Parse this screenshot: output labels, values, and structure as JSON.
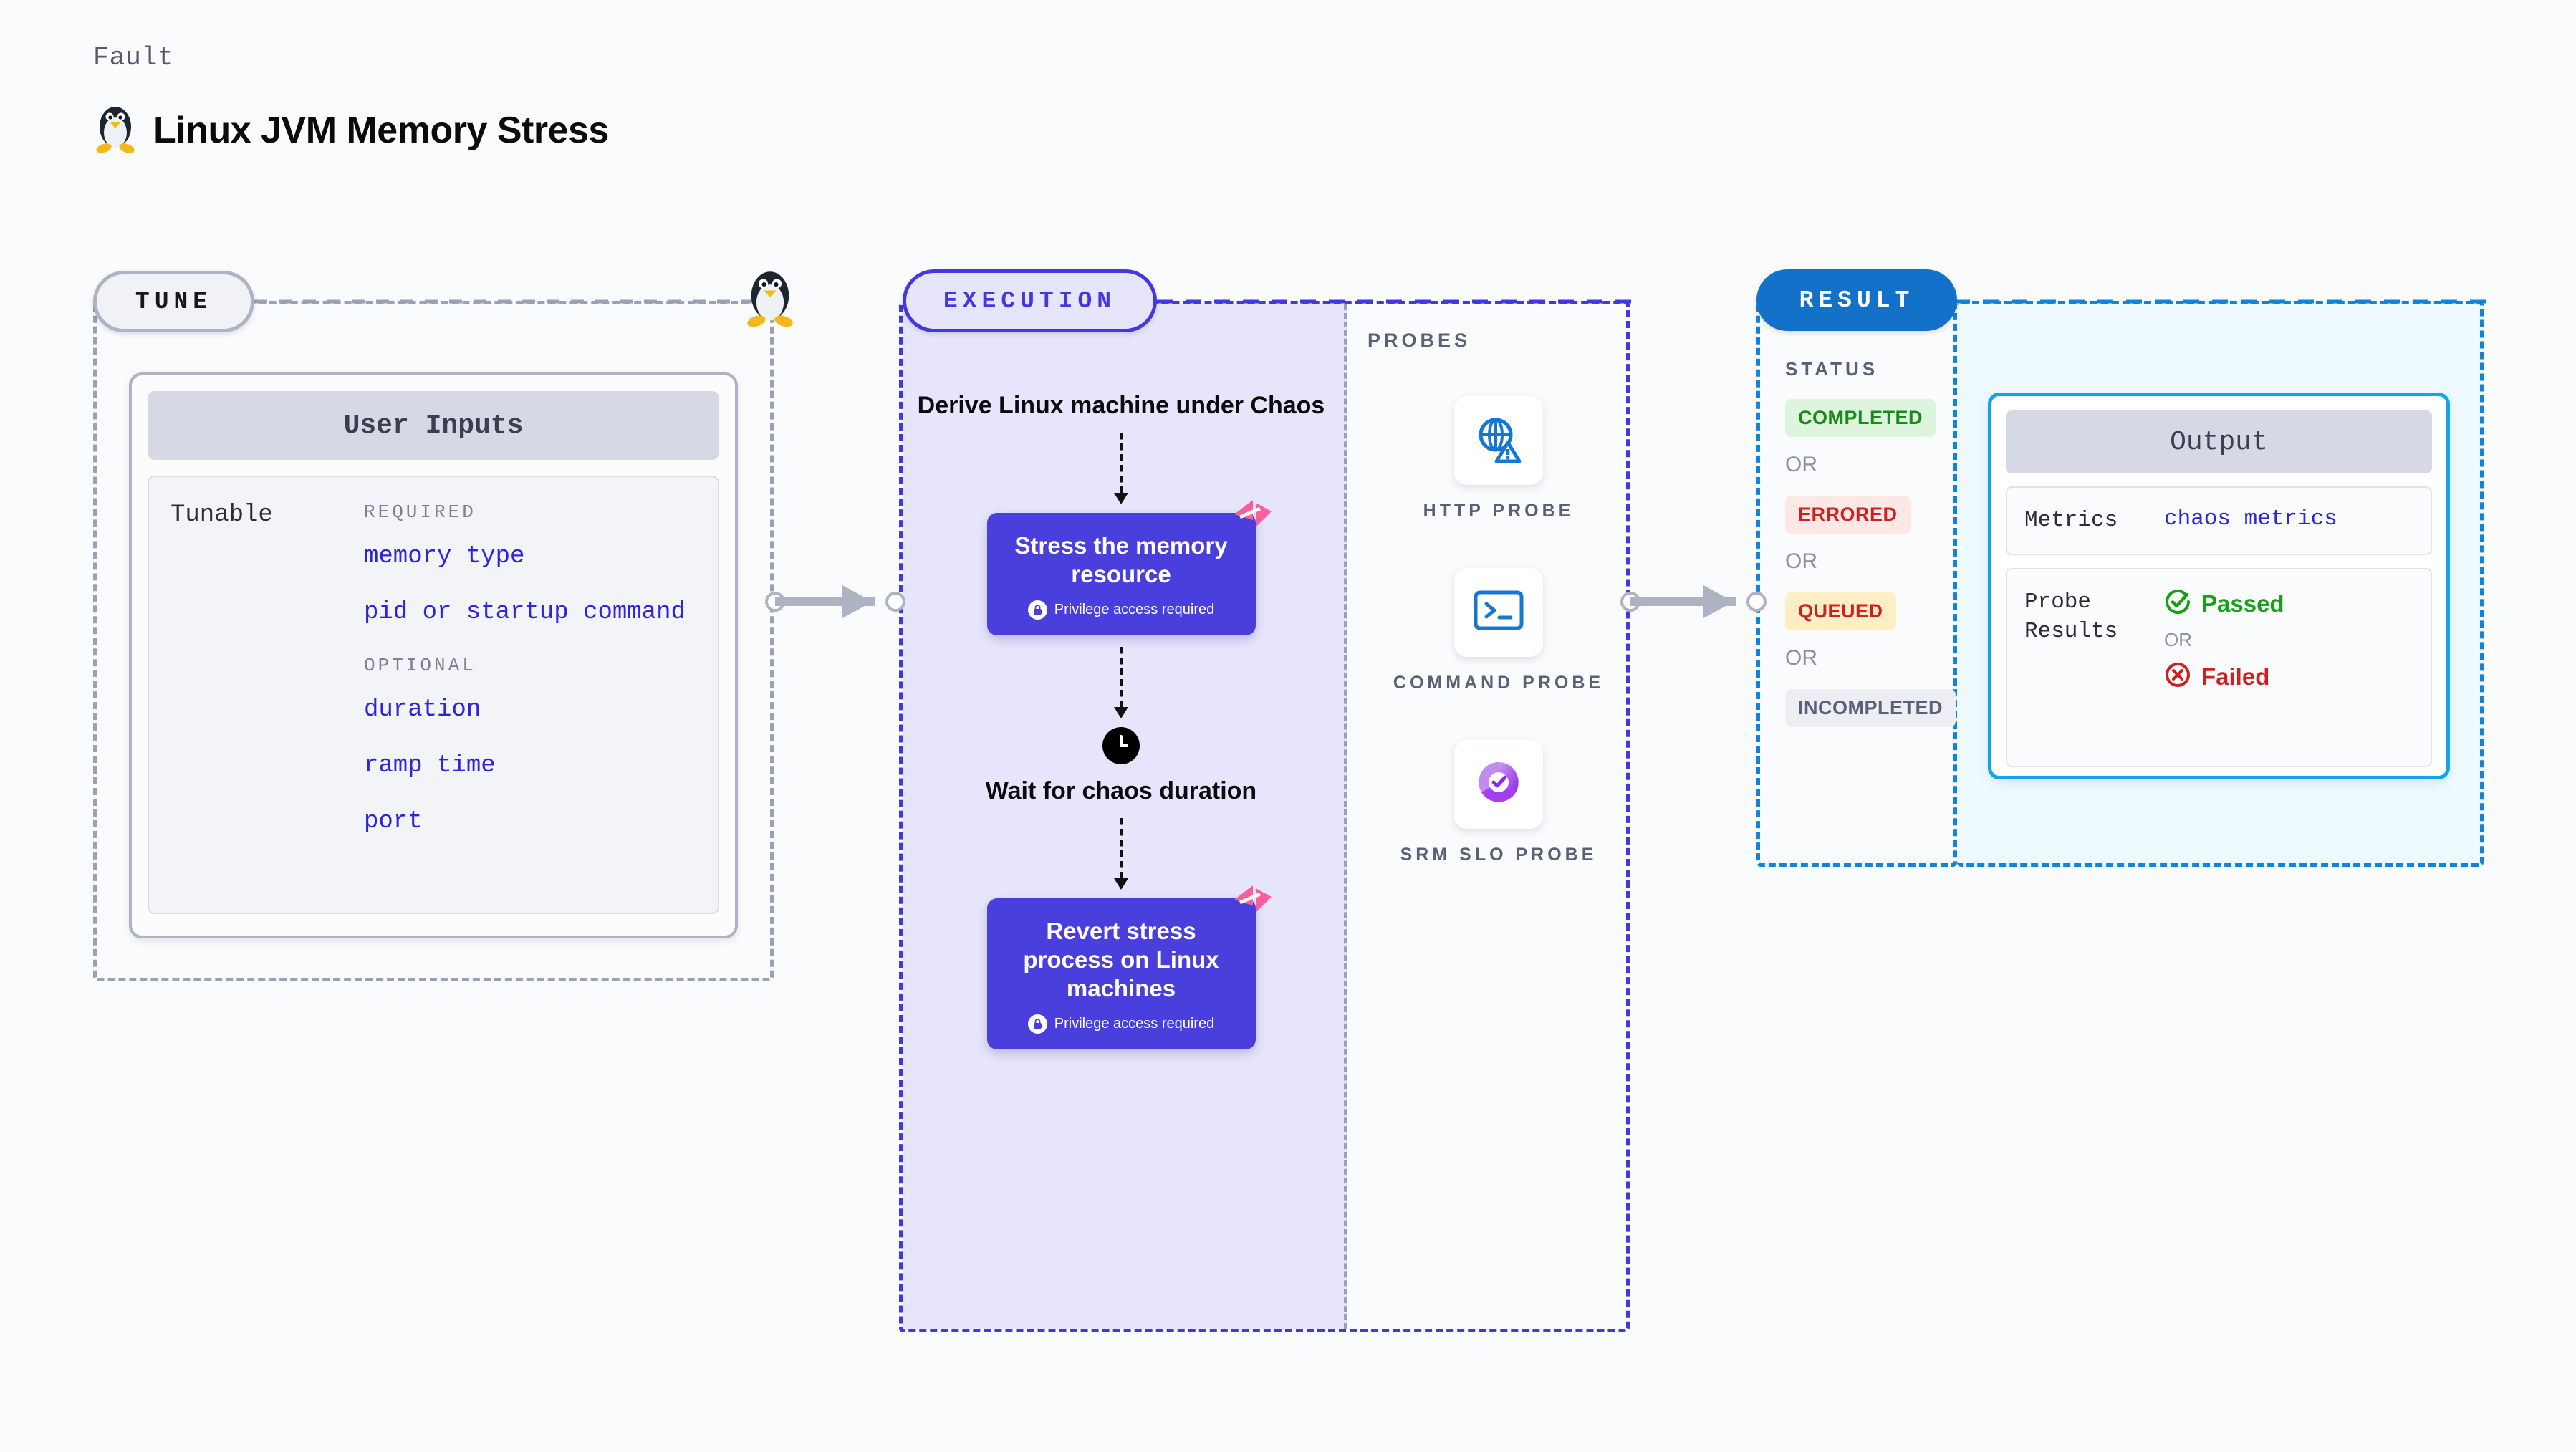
{
  "header": {
    "eyebrow": "Fault",
    "title": "Linux JVM Memory Stress",
    "icon": "linux-penguin-icon"
  },
  "tune": {
    "badge": "TUNE",
    "penguin_icon": "linux-penguin-icon",
    "card_title": "User Inputs",
    "tunable_label": "Tunable",
    "groups": [
      {
        "heading": "REQUIRED",
        "items": [
          "memory type",
          "pid or startup command"
        ]
      },
      {
        "heading": "OPTIONAL",
        "items": [
          "duration",
          "ramp time",
          "port"
        ]
      }
    ]
  },
  "execution": {
    "badge": "EXECUTION",
    "steps": [
      {
        "type": "text",
        "label": "Derive Linux machine under Chaos"
      },
      {
        "type": "node",
        "label": "Stress the memory resource",
        "privilege": "Privilege access required",
        "ribbon": "harness-ribbon-icon"
      },
      {
        "type": "wait",
        "label": "Wait for chaos duration",
        "icon": "clock-icon"
      },
      {
        "type": "node",
        "label": "Revert stress process on Linux machines",
        "privilege": "Privilege access required",
        "ribbon": "harness-ribbon-icon"
      }
    ]
  },
  "probes": {
    "title": "PROBES",
    "items": [
      {
        "name": "HTTP PROBE",
        "icon": "globe-warning-icon"
      },
      {
        "name": "COMMAND PROBE",
        "icon": "terminal-icon"
      },
      {
        "name": "SRM SLO PROBE",
        "icon": "slo-donut-check-icon"
      }
    ]
  },
  "result": {
    "badge": "RESULT",
    "status_title": "STATUS",
    "or_label": "OR",
    "statuses": [
      {
        "label": "COMPLETED",
        "bg": "#dcf5dc",
        "color": "#1a8a1a"
      },
      {
        "label": "ERRORED",
        "bg": "#fde8e6",
        "color": "#cf2020"
      },
      {
        "label": "QUEUED",
        "bg": "#fdeec4",
        "color": "#cf2020"
      },
      {
        "label": "INCOMPLETED",
        "bg": "#eceef4",
        "color": "#5a6077"
      }
    ],
    "output": {
      "title": "Output",
      "metrics_key": "Metrics",
      "metrics_value": "chaos metrics",
      "probe_key": "Probe Results",
      "passed_label": "Passed",
      "failed_label": "Failed",
      "or_label": "OR",
      "passed_color": "#18a018",
      "failed_color": "#d01f1f",
      "passed_icon": "check-circle-icon",
      "failed_icon": "x-circle-icon"
    }
  },
  "colors": {
    "indigo": "#4338e0",
    "node_purple": "#4a3fdd",
    "blue": "#1383d9",
    "cyan": "#12a5e8",
    "gray_dash": "#9aa1b4",
    "pink_ribbon": "#f9609a"
  }
}
